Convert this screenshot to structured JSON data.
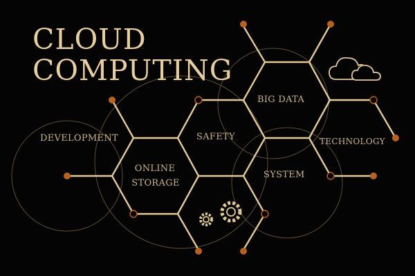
{
  "title": {
    "line1": "CLOUD",
    "line2": "COMPUTING"
  },
  "labels": {
    "development": "DEVELOPMENT",
    "online_storage_1": "ONLINE",
    "online_storage_2": "STORAGE",
    "safety": "SAFETY",
    "big_data": "BIG DATA",
    "technology": "TECHNOLOGY",
    "system": "SYSTEM"
  },
  "colors": {
    "background": "#050404",
    "line": "#e2c99a",
    "accent": "#b8621e",
    "title": "#e8cf9f"
  },
  "icons": [
    "cloud-icon",
    "gears-icon"
  ]
}
